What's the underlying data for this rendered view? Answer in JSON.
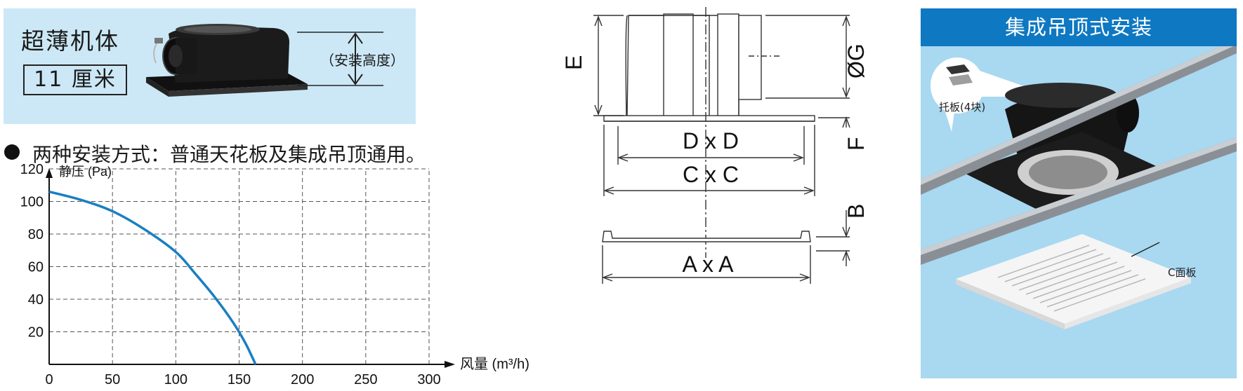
{
  "feature": {
    "title": "超薄机体",
    "height_badge": "11 厘米",
    "install_height_label": "（安装高度）"
  },
  "bullet": {
    "text": "两种安装方式：普通天花板及集成吊顶通用。"
  },
  "chart_data": {
    "type": "line",
    "ylabel": "静压 (Pa)",
    "xlabel": "风量 (m³/h)",
    "x_ticks": [
      0,
      50,
      100,
      150,
      200,
      250,
      300
    ],
    "y_ticks": [
      20,
      40,
      60,
      80,
      100,
      120
    ],
    "xlim": [
      0,
      300
    ],
    "ylim": [
      0,
      120
    ],
    "grid": true,
    "series": [
      {
        "color": "#1a7fc1",
        "x": [
          0,
          25,
          50,
          75,
          100,
          115,
          130,
          145,
          155,
          163
        ],
        "y": [
          106,
          101,
          94,
          83,
          69,
          56,
          42,
          26,
          13,
          0
        ]
      }
    ]
  },
  "dimension_labels": {
    "e": "E",
    "g": "ØG",
    "f": "F",
    "b": "B",
    "d": "D x D",
    "c": "C x C",
    "a": "A x A"
  },
  "ceiling_panel": {
    "title": "集成吊顶式安装",
    "bracket_label": "托板(4块)",
    "panel_label": "C面板"
  },
  "colors": {
    "card_bg": "#cce8f6",
    "panel_bg": "#a9d8f1",
    "header_bg": "#0e78c2",
    "curve": "#1a7fc1"
  }
}
